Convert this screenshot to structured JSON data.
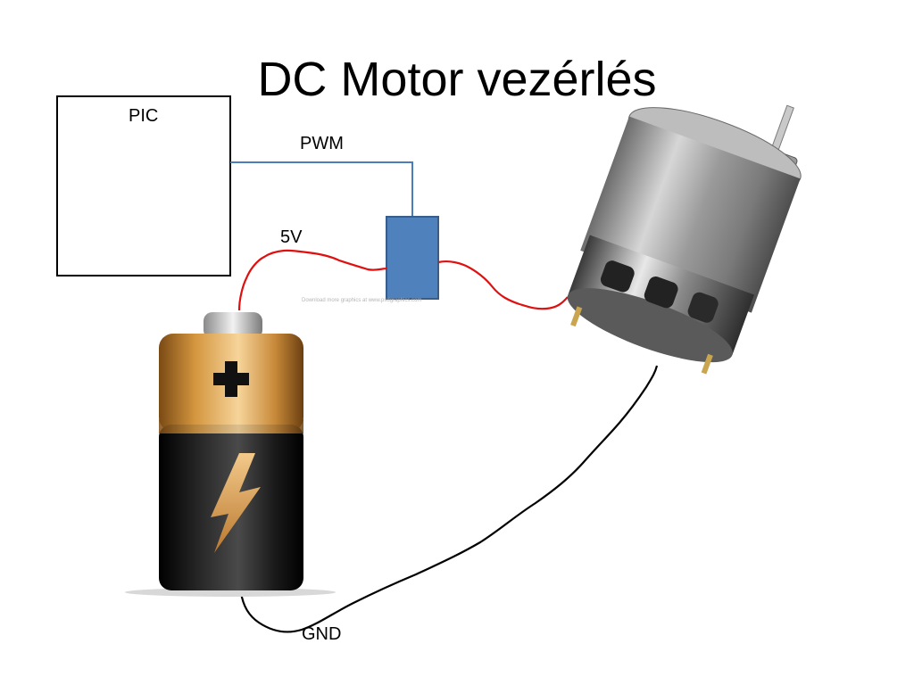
{
  "title": "DC Motor vezérlés",
  "labels": {
    "pic": "PIC",
    "pwm": "PWM",
    "supply": "5V",
    "ground": "GND"
  },
  "watermark": "Download more graphics at www.psdgraphics.com",
  "colors": {
    "pwm_wire": "#4a7ebb",
    "switch_fill": "#4f81bd",
    "switch_border": "#385d8a",
    "supply_wire": "#e01010",
    "ground_wire": "#000000",
    "battery_top": "#c98a3a",
    "battery_body": "#111111",
    "motor_metal": "#b9b9b9"
  },
  "icons": [
    "battery-icon",
    "plus-icon",
    "lightning-icon",
    "dc-motor-icon"
  ]
}
